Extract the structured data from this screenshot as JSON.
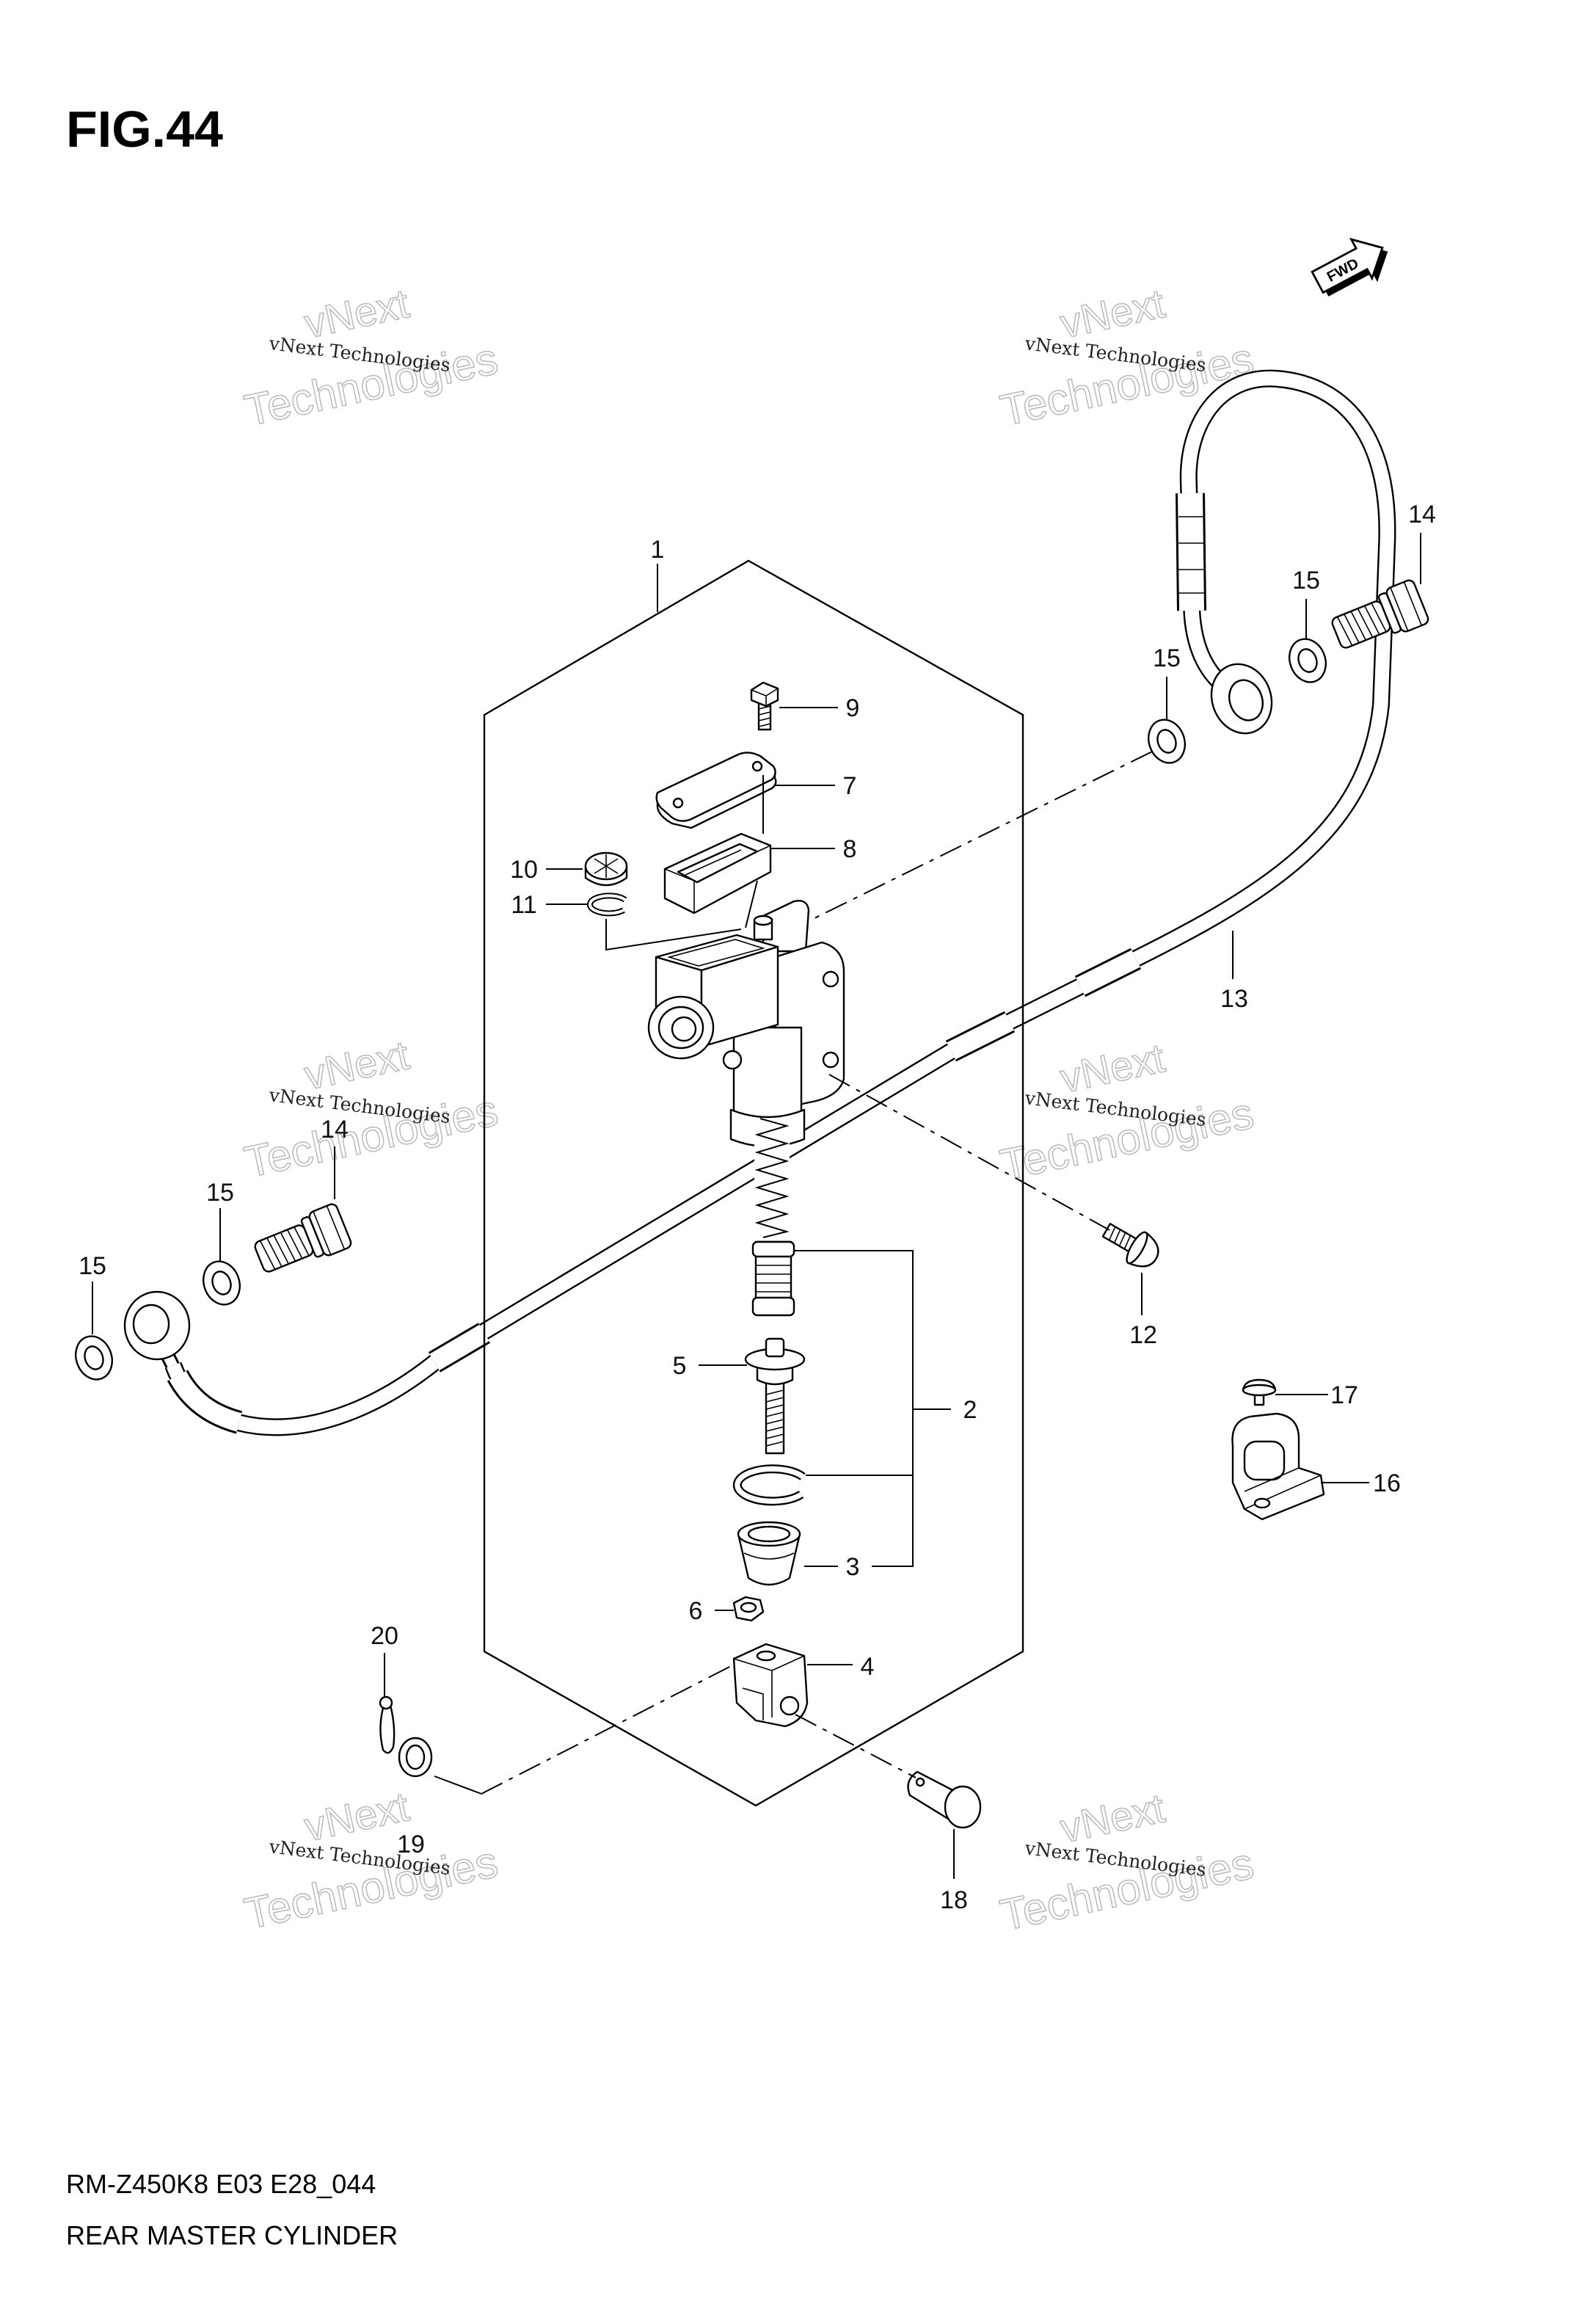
{
  "figure": {
    "label": "FIG.44",
    "fwd": "FWD"
  },
  "watermark": {
    "line1": "vNext",
    "line2": "Technologies",
    "small": "vNext Technologies"
  },
  "callouts": [
    {
      "part": "1"
    },
    {
      "part": "9"
    },
    {
      "part": "7"
    },
    {
      "part": "8"
    },
    {
      "part": "10"
    },
    {
      "part": "11"
    },
    {
      "part": "14"
    },
    {
      "part": "15"
    },
    {
      "part": "15"
    },
    {
      "part": "13"
    },
    {
      "part": "14"
    },
    {
      "part": "15"
    },
    {
      "part": "15"
    },
    {
      "part": "12"
    },
    {
      "part": "5"
    },
    {
      "part": "2"
    },
    {
      "part": "17"
    },
    {
      "part": "16"
    },
    {
      "part": "3"
    },
    {
      "part": "6"
    },
    {
      "part": "4"
    },
    {
      "part": "20"
    },
    {
      "part": "19"
    },
    {
      "part": "18"
    }
  ],
  "footer": {
    "model_code": "RM-Z450K8 E03 E28_044",
    "title": "REAR MASTER CYLINDER"
  },
  "colors": {
    "line": "#000000",
    "watermark": "#bdbdbd",
    "background": "#ffffff"
  }
}
